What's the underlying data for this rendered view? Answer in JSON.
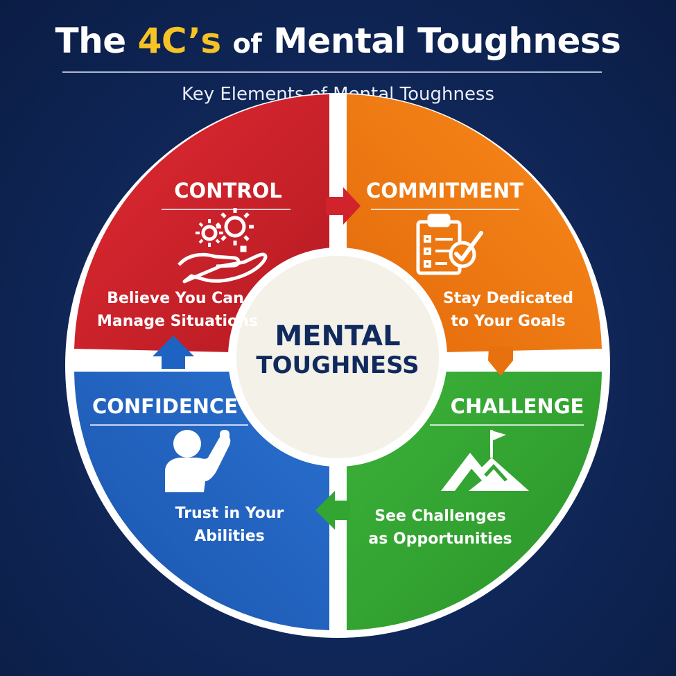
{
  "title": {
    "prefix": "The",
    "accent": "4C’s",
    "joiner": "of",
    "rest": "Mental Toughness"
  },
  "subtitle": "Key Elements of Mental Toughness",
  "center": {
    "line1": "MENTAL",
    "line2": "TOUGHNESS"
  },
  "quadrants": {
    "control": {
      "label": "CONTROL",
      "line1": "Believe You Can",
      "line2": "Manage Situations",
      "color": "#d0232b",
      "icon": "gears-hand-icon"
    },
    "commitment": {
      "label": "COMMITMENT",
      "line1": "Stay Dedicated",
      "line2": "to Your Goals",
      "color": "#f07b12",
      "icon": "clipboard-check-icon"
    },
    "confidence": {
      "label": "CONFIDENCE",
      "line1": "Trust in Your",
      "line2": "Abilities",
      "color": "#1f63c2",
      "icon": "person-raised-hand-icon"
    },
    "challenge": {
      "label": "CHALLENGE",
      "line1": "See Challenges",
      "line2": "as Opportunities",
      "color": "#33a532",
      "icon": "mountain-flag-icon"
    }
  },
  "colors": {
    "background": "#0e2352",
    "accent": "#f6c226",
    "center_text": "#102a5e",
    "center_fill": "#f4f1e8"
  }
}
